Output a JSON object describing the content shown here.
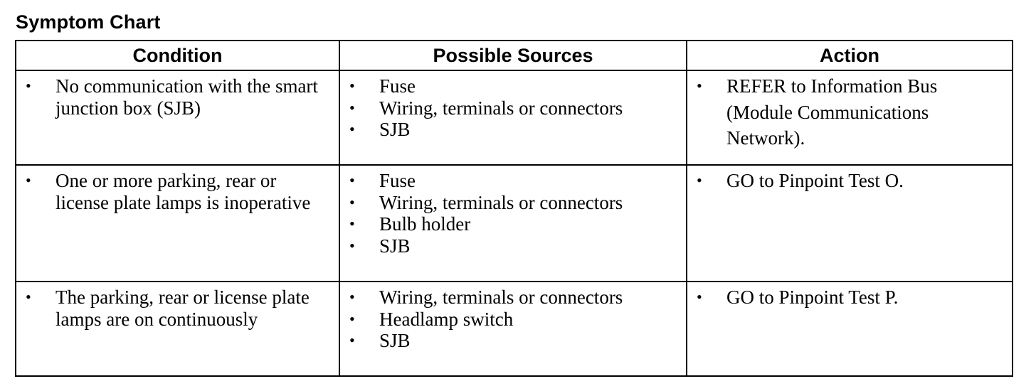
{
  "title": "Symptom Chart",
  "headers": {
    "condition": "Condition",
    "possible_sources": "Possible Sources",
    "action": "Action"
  },
  "rows": [
    {
      "condition": "No communication with the smart junction box (SJB)",
      "sources": [
        "Fuse",
        "Wiring, terminals or connectors",
        "SJB"
      ],
      "action": "REFER to Information Bus (Module Communications Network)."
    },
    {
      "condition": "One or more parking, rear or license plate lamps is inoperative",
      "sources": [
        "Fuse",
        "Wiring, terminals or connectors",
        "Bulb holder",
        "SJB"
      ],
      "action": "GO to Pinpoint Test O."
    },
    {
      "condition": "The parking, rear or license plate lamps are on continuously",
      "sources": [
        "Wiring, terminals or connectors",
        "Headlamp switch",
        "SJB"
      ],
      "action": "GO to Pinpoint Test P."
    }
  ]
}
